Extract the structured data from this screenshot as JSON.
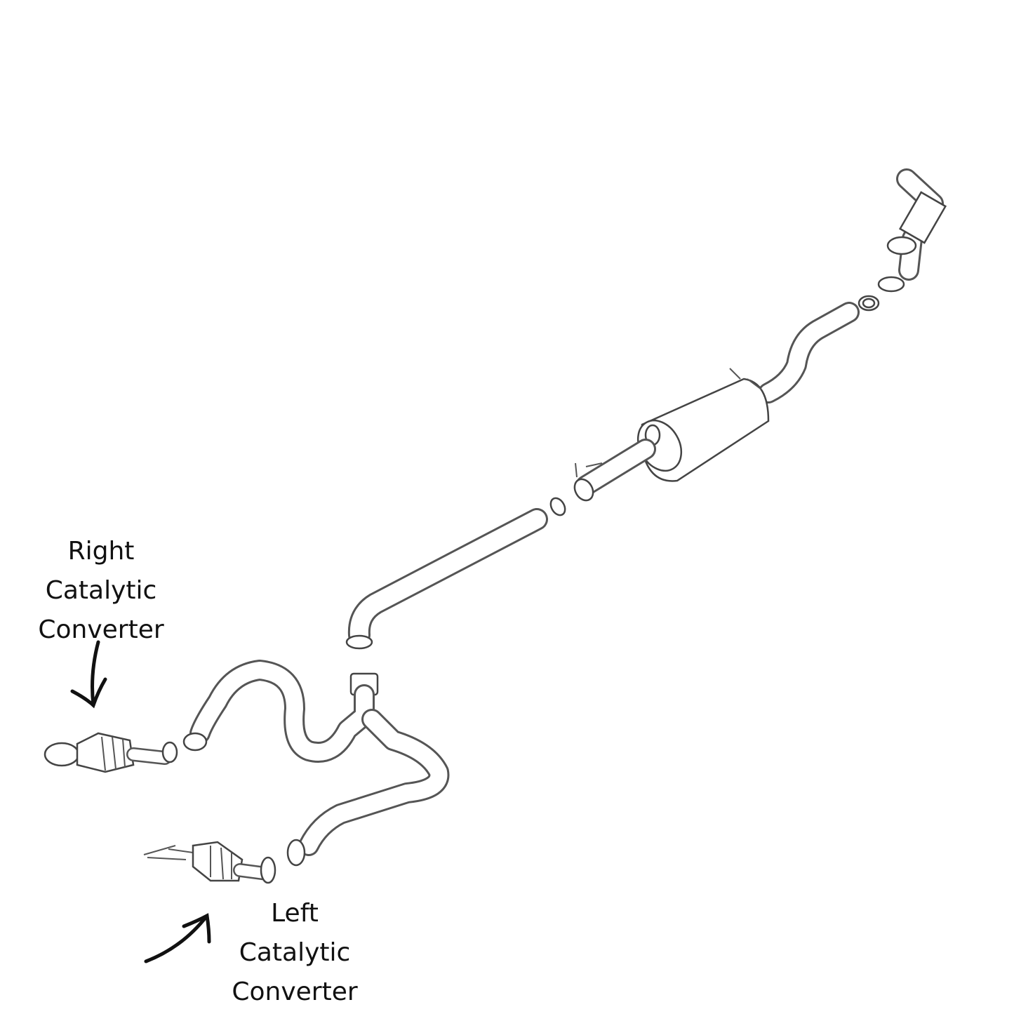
{
  "diagram": {
    "labels": {
      "right_converter": [
        "Right",
        "Catalytic",
        "Converter"
      ],
      "left_converter": [
        "Left",
        "Catalytic",
        "Converter"
      ]
    }
  }
}
